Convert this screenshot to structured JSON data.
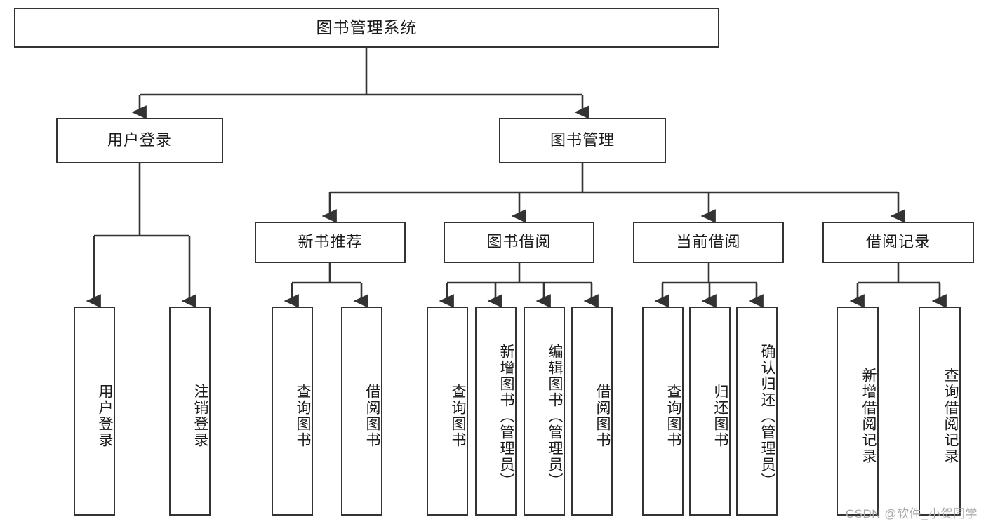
{
  "diagram": {
    "title": "图书管理系统",
    "type": "tree-hierarchy-chart",
    "watermark": "CSDN @软件_小贺同学",
    "colors": {
      "border": "#333333",
      "background": "#ffffff",
      "text": "#1a1a1a",
      "edge": "#333333",
      "watermark": "#a8a8a8"
    },
    "nodes": {
      "root": {
        "label": "图书管理系统"
      },
      "level2": [
        {
          "id": "user-login",
          "label": "用户登录"
        },
        {
          "id": "book-manage",
          "label": "图书管理"
        }
      ],
      "level3": [
        {
          "id": "new-book-recommend",
          "label": "新书推荐"
        },
        {
          "id": "book-borrow",
          "label": "图书借阅"
        },
        {
          "id": "current-borrow",
          "label": "当前借阅"
        },
        {
          "id": "borrow-record",
          "label": "借阅记录"
        }
      ],
      "leaves": {
        "user-login": [
          {
            "id": "leaf-user-login",
            "label": "用户登录"
          },
          {
            "id": "leaf-user-logout",
            "label": "注销登录"
          }
        ],
        "new-book-recommend": [
          {
            "id": "leaf-query-book-1",
            "label": "查询图书"
          },
          {
            "id": "leaf-borrow-book-1",
            "label": "借阅图书"
          }
        ],
        "book-borrow": [
          {
            "id": "leaf-query-book-2",
            "label": "查询图书"
          },
          {
            "id": "leaf-add-book",
            "label": "新增图书（管理员）"
          },
          {
            "id": "leaf-edit-book",
            "label": "编辑图书（管理员）"
          },
          {
            "id": "leaf-borrow-book-2",
            "label": "借阅图书"
          }
        ],
        "current-borrow": [
          {
            "id": "leaf-query-book-3",
            "label": "查询图书"
          },
          {
            "id": "leaf-return-book",
            "label": "归还图书"
          },
          {
            "id": "leaf-confirm-return",
            "label": "确认归还（管理员）"
          }
        ],
        "borrow-record": [
          {
            "id": "leaf-add-record",
            "label": "新增借阅记录"
          },
          {
            "id": "leaf-query-record",
            "label": "查询借阅记录"
          }
        ]
      }
    }
  }
}
